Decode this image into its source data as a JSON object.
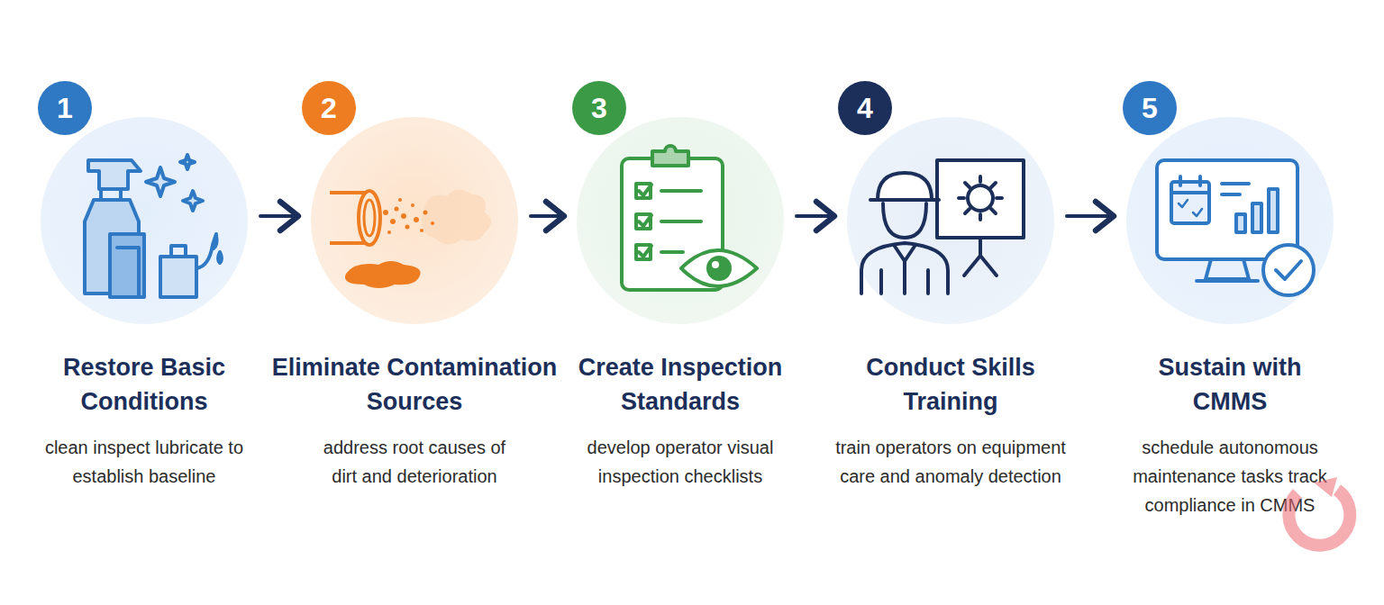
{
  "diagram": {
    "nodes": [
      {
        "text": [
          "Restore Basic Conditions",
          "clean inspect lubricate to establish baseline"
        ]
      },
      {
        "text": [
          "1"
        ],
        "in": 0
      },
      {
        "text": [
          "Eliminate Contamination Sources",
          "address root causes of dirt and deterioration"
        ]
      },
      {
        "text": [
          "2"
        ],
        "in": 2
      },
      {
        "text": [
          "Create Inspection Standards",
          "develop operator visual inspection checklists"
        ]
      },
      {
        "text": [
          "3"
        ],
        "in": 4
      },
      {
        "text": [
          "Conduct Skills Training",
          "train operators on equipment care and anomaly detection"
        ]
      },
      {
        "text": [
          "4"
        ],
        "in": 6
      },
      {
        "text": [
          "Sustain with CMMS",
          "schedule autonomous maintenance tasks track compliance in CMMS"
        ]
      },
      {
        "text": [
          "5"
        ],
        "in": 8
      }
    ],
    "edges": [
      {
        "from": 0,
        "to": 2,
        "arrow": "to"
      },
      {
        "from": 2,
        "to": 4,
        "arrow": "to"
      },
      {
        "from": 4,
        "to": 6,
        "arrow": "to"
      },
      {
        "from": 6,
        "to": 8,
        "arrow": "to"
      }
    ]
  }
}
